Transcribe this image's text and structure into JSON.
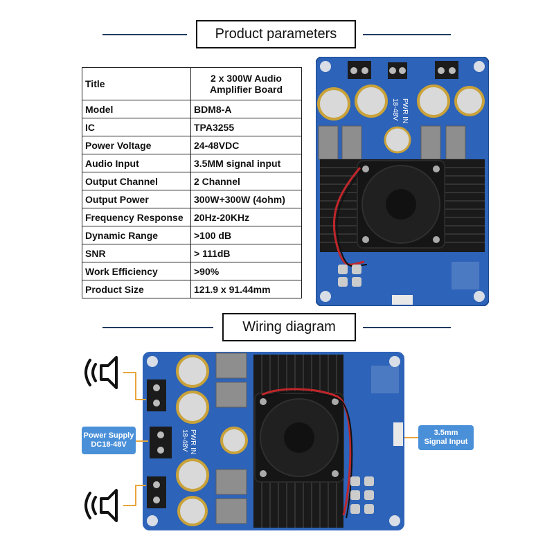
{
  "sections": {
    "params_title": "Product parameters",
    "wiring_title": "Wiring diagram"
  },
  "params": [
    {
      "key": "Title",
      "value": "2 x 300W Audio Amplifier Board"
    },
    {
      "key": "Model",
      "value": "BDM8-A"
    },
    {
      "key": "IC",
      "value": "TPA3255"
    },
    {
      "key": "Power Voltage",
      "value": "24-48VDC"
    },
    {
      "key": "Audio  Input",
      "value": "3.5MM signal input"
    },
    {
      "key": "Output Channel",
      "value": "2 Channel"
    },
    {
      "key": "Output Power",
      "value": "300W+300W (4ohm)"
    },
    {
      "key": "Frequency Response",
      "value": "20Hz-20KHz"
    },
    {
      "key": "Dynamic Range",
      "value": ">100 dB"
    },
    {
      "key": "SNR",
      "value": "> 111dB"
    },
    {
      "key": "Work Efficiency",
      "value": ">90%"
    },
    {
      "key": "Product Size",
      "value": "121.9 x 91.44mm"
    }
  ],
  "callouts": {
    "power_supply_line1": "Power Supply",
    "power_supply_line2": "DC18-48V",
    "signal_line1": "3.5mm",
    "signal_line2": "Signal Input"
  },
  "board_silkscreen": {
    "pwr_in": "PWR IN",
    "voltage": "18-48V"
  },
  "colors": {
    "pcb": "#2d63b8",
    "heatsink": "#1a1a1a",
    "callout": "#4a90d9",
    "leader": "#e8a53a",
    "rule": "#1f3a5f"
  },
  "icons": [
    "speaker-icon",
    "speaker-icon"
  ]
}
